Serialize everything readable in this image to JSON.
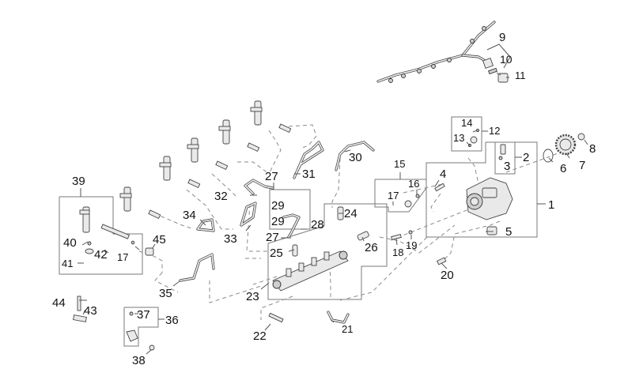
{
  "diagram": {
    "title": "Fuel injection system exploded parts diagram",
    "colors": {
      "background": "#ffffff",
      "lines": "#444444",
      "boxes": "#7a7a7a",
      "labels": "#111111"
    },
    "callouts": [
      {
        "id": "1",
        "label": "1",
        "part": "fuel-injection-pump-assembly"
      },
      {
        "id": "2",
        "label": "2",
        "part": "sensor-kit"
      },
      {
        "id": "3",
        "label": "3",
        "part": "sensor-seal"
      },
      {
        "id": "4",
        "label": "4",
        "part": "stud"
      },
      {
        "id": "5",
        "label": "5",
        "part": "fuel-metering-valve"
      },
      {
        "id": "6",
        "label": "6",
        "part": "o-ring"
      },
      {
        "id": "7",
        "label": "7",
        "part": "pump-drive-gear"
      },
      {
        "id": "8",
        "label": "8",
        "part": "gear-nut"
      },
      {
        "id": "9",
        "label": "9",
        "part": "injector-wiring-harness"
      },
      {
        "id": "10",
        "label": "10",
        "part": "harness-seal"
      },
      {
        "id": "11",
        "label": "11",
        "part": "harness-connector"
      },
      {
        "id": "12",
        "label": "12",
        "part": "fitting-kit"
      },
      {
        "id": "13",
        "label": "13",
        "part": "fitting"
      },
      {
        "id": "14",
        "label": "14",
        "part": "washer"
      },
      {
        "id": "15",
        "label": "15",
        "part": "banjo-fitting-kit"
      },
      {
        "id": "16",
        "label": "16",
        "part": "washer"
      },
      {
        "id": "17",
        "label": "17",
        "part": "seal"
      },
      {
        "id": "17b",
        "label": "17",
        "part": "seal"
      },
      {
        "id": "18",
        "label": "18",
        "part": "bolt"
      },
      {
        "id": "19",
        "label": "19",
        "part": "washer"
      },
      {
        "id": "20",
        "label": "20",
        "part": "bolt"
      },
      {
        "id": "21",
        "label": "21",
        "part": "rail-pressure-sensor-harness"
      },
      {
        "id": "22",
        "label": "22",
        "part": "rail-mounting-bolt"
      },
      {
        "id": "23",
        "label": "23",
        "part": "fuel-rail"
      },
      {
        "id": "24",
        "label": "24",
        "part": "pressure-relief-valve"
      },
      {
        "id": "25",
        "label": "25",
        "part": "flow-limiter"
      },
      {
        "id": "26",
        "label": "26",
        "part": "rail-pressure-sensor"
      },
      {
        "id": "27a",
        "label": "27",
        "part": "fitting-nut"
      },
      {
        "id": "27b",
        "label": "27",
        "part": "fitting-nut"
      },
      {
        "id": "28",
        "label": "28",
        "part": "fuel-line-kit"
      },
      {
        "id": "29a",
        "label": "29",
        "part": "seal"
      },
      {
        "id": "29b",
        "label": "29",
        "part": "seal"
      },
      {
        "id": "30",
        "label": "30",
        "part": "fuel-line"
      },
      {
        "id": "31",
        "label": "31",
        "part": "fuel-line"
      },
      {
        "id": "32",
        "label": "32",
        "part": "fuel-line"
      },
      {
        "id": "33",
        "label": "33",
        "part": "fuel-line"
      },
      {
        "id": "34",
        "label": "34",
        "part": "fuel-line"
      },
      {
        "id": "35",
        "label": "35",
        "part": "fuel-line"
      },
      {
        "id": "36",
        "label": "36",
        "part": "clamp-kit"
      },
      {
        "id": "37",
        "label": "37",
        "part": "screw"
      },
      {
        "id": "38",
        "label": "38",
        "part": "nut"
      },
      {
        "id": "39",
        "label": "39",
        "part": "fuel-injector-assembly"
      },
      {
        "id": "40",
        "label": "40",
        "part": "ball"
      },
      {
        "id": "41",
        "label": "41",
        "part": "washer"
      },
      {
        "id": "42",
        "label": "42",
        "part": "connector-tube"
      },
      {
        "id": "43",
        "label": "43",
        "part": "injector-clamp"
      },
      {
        "id": "44",
        "label": "44",
        "part": "clamp-bolt"
      },
      {
        "id": "45",
        "label": "45",
        "part": "nut"
      }
    ]
  }
}
